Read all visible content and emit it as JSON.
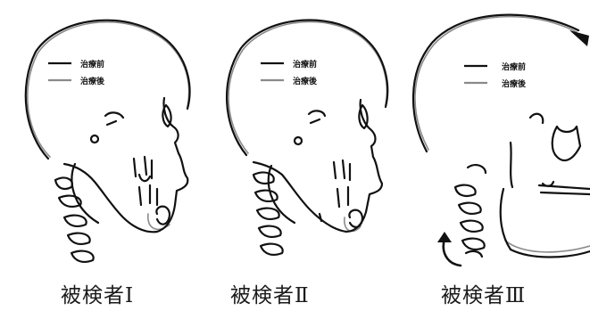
{
  "panels": [
    {
      "caption": "被検者Ⅰ",
      "legend": [
        {
          "label": "治療前",
          "color": "#111111"
        },
        {
          "label": "治療後",
          "color": "#8a8a8a"
        }
      ]
    },
    {
      "caption": "被検者Ⅱ",
      "legend": [
        {
          "label": "治療前",
          "color": "#111111"
        },
        {
          "label": "治療後",
          "color": "#8a8a8a"
        }
      ]
    },
    {
      "caption": "被検者Ⅲ",
      "legend": [
        {
          "label": "治療前",
          "color": "#111111"
        },
        {
          "label": "治療後",
          "color": "#8a8a8a"
        }
      ]
    }
  ]
}
